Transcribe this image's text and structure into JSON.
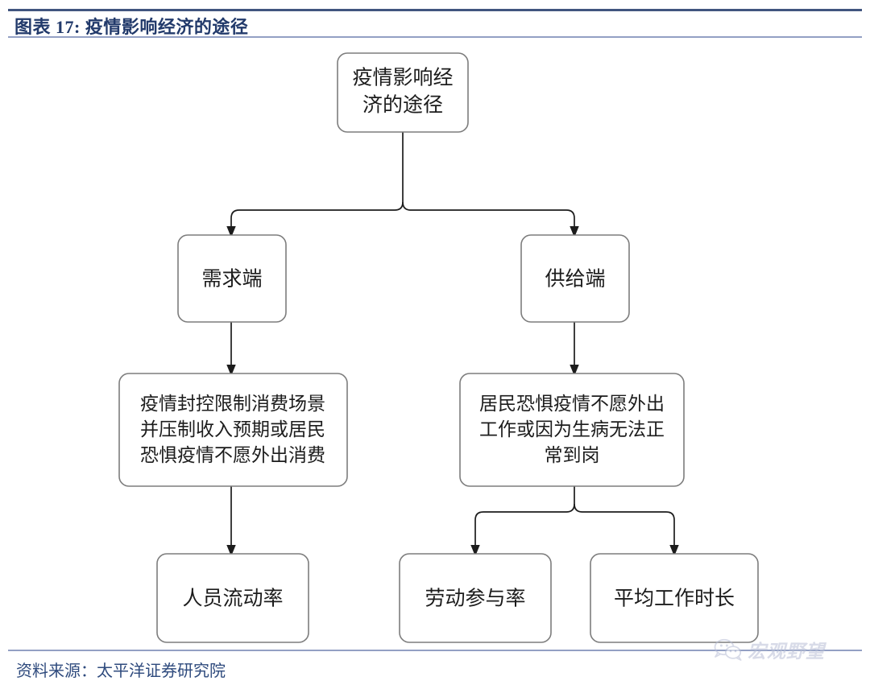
{
  "header": {
    "figure_label": "图表 17:",
    "title": "疫情影响经济的途径",
    "full_title": "图表 17:  疫情影响经济的途径"
  },
  "diagram": {
    "type": "flowchart",
    "orientation": "top-down",
    "nodes": [
      {
        "id": "root",
        "label_line1": "疫情影响经",
        "label_line2": "济的途径",
        "level": 0
      },
      {
        "id": "demand",
        "label": "需求端",
        "level": 1
      },
      {
        "id": "supply",
        "label": "供给端",
        "level": 1
      },
      {
        "id": "demand_desc",
        "label_line1": "疫情封控限制消费场景",
        "label_line2": "并压制收入预期或居民",
        "label_line3": "恐惧疫情不愿外出消费",
        "level": 2
      },
      {
        "id": "supply_desc",
        "label_line1": "居民恐惧疫情不愿外出",
        "label_line2": "工作或因为生病无法正",
        "label_line3": "常到岗",
        "level": 2
      },
      {
        "id": "mobility",
        "label": "人员流动率",
        "level": 3
      },
      {
        "id": "labor_part",
        "label": "劳动参与率",
        "level": 3
      },
      {
        "id": "work_hours",
        "label": "平均工作时长",
        "level": 3
      }
    ],
    "edges": [
      {
        "from": "root",
        "to": "demand"
      },
      {
        "from": "root",
        "to": "supply"
      },
      {
        "from": "demand",
        "to": "demand_desc"
      },
      {
        "from": "supply",
        "to": "supply_desc"
      },
      {
        "from": "demand_desc",
        "to": "mobility"
      },
      {
        "from": "supply_desc",
        "to": "labor_part"
      },
      {
        "from": "supply_desc",
        "to": "work_hours"
      }
    ],
    "colors": {
      "node_fill": "#ffffff",
      "node_border": "#7d7d7d",
      "edge": "#1c1c1c",
      "text": "#1c1c1c"
    }
  },
  "footer": {
    "source": "资料来源：太平洋证券研究院"
  },
  "watermark": {
    "icon": "wechat-icon",
    "text": "宏观野望"
  }
}
